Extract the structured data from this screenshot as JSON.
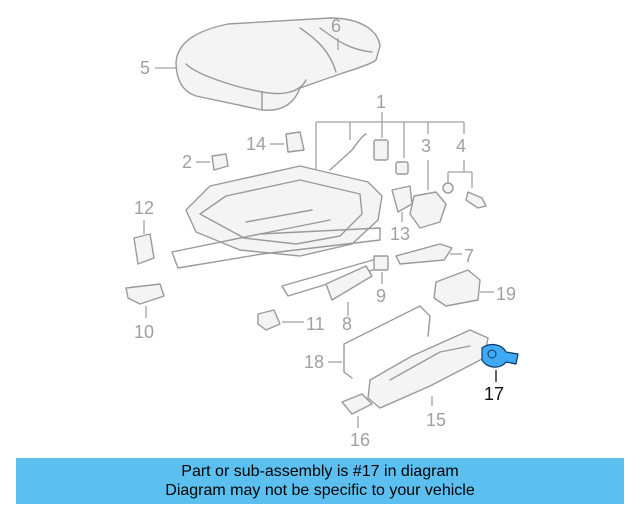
{
  "callouts": {
    "c1": "1",
    "c2": "2",
    "c3": "3",
    "c4": "4",
    "c5": "5",
    "c6": "6",
    "c7": "7",
    "c8": "8",
    "c9": "9",
    "c10": "10",
    "c11": "11",
    "c12": "12",
    "c13": "13",
    "c14": "14",
    "c15": "15",
    "c16": "16",
    "c17": "17",
    "c18": "18",
    "c19": "19"
  },
  "highlight_color": "#3fa9f5",
  "banner_color": "#5bc0f0",
  "banner": {
    "line1": "Part or sub-assembly is #17 in diagram",
    "line2": "Diagram may not be specific to your vehicle"
  }
}
